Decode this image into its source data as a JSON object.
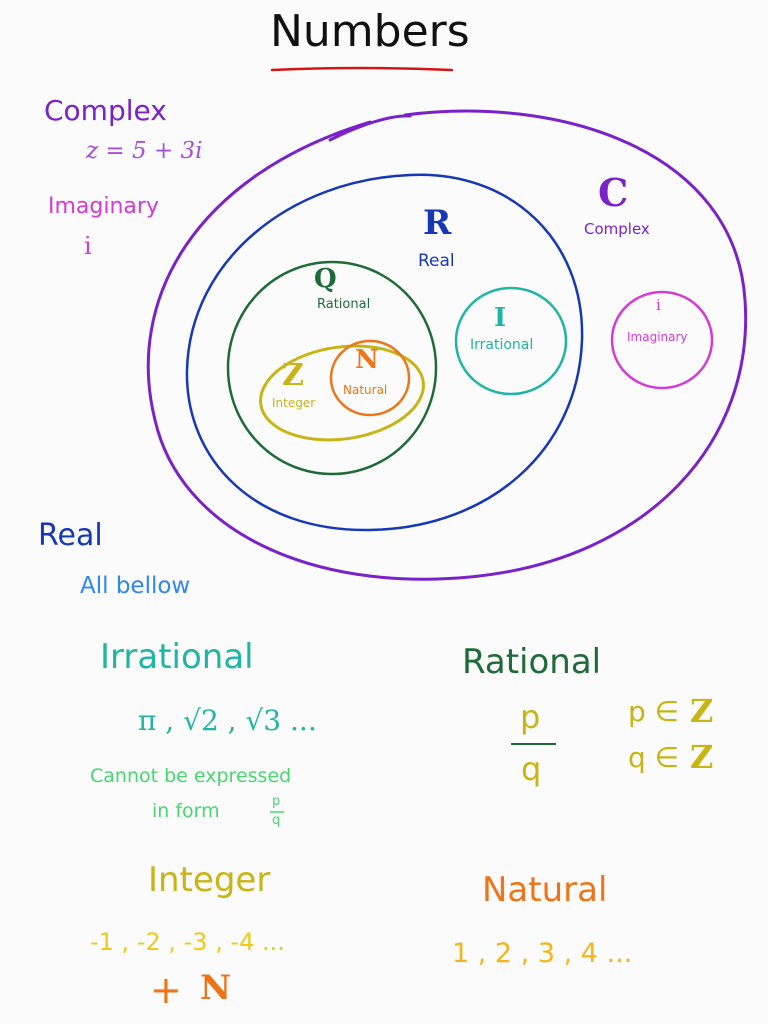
{
  "title": "Numbers",
  "colors": {
    "complex": "#7a22c8",
    "imaginary": "#d63ad4",
    "real": "#1637b6",
    "rational": "#1f6b37",
    "irrational": "#1fb5a5",
    "integer": "#c8b414",
    "natural": "#ee7418",
    "title_underline": "#d31515",
    "all_below": "#2f86ee",
    "irrational_note": "#46d86e",
    "integer_examples": "#f2c81a",
    "natural_examples": "#f4b41a"
  },
  "diagram": {
    "complex": {
      "symbol": "C",
      "label": "Complex"
    },
    "real": {
      "symbol": "R",
      "label": "Real"
    },
    "rational": {
      "symbol": "Q",
      "label": "Rational"
    },
    "irrational": {
      "symbol": "I",
      "label": "Irrational"
    },
    "imaginary": {
      "symbol": "i",
      "label": "Imaginary"
    },
    "integer": {
      "symbol": "Z",
      "label": "Integer"
    },
    "natural": {
      "symbol": "N",
      "label": "Natural"
    }
  },
  "notes": {
    "complex": {
      "heading": "Complex",
      "example": "z = 5 + 3i"
    },
    "imaginary": {
      "heading": "Imaginary",
      "example": "i"
    },
    "real": {
      "heading": "Real",
      "desc": "All bellow"
    },
    "irrational": {
      "heading": "Irrational",
      "examples": "π , √2 , √3 ...",
      "desc_line1": "Cannot be expressed",
      "desc_line2": "in form",
      "frac_num": "p",
      "frac_den": "q"
    },
    "rational": {
      "heading": "Rational",
      "frac_num": "p",
      "frac_den": "q",
      "cond1_var": "p ∈",
      "cond1_set": "Z",
      "cond2_var": "q ∈",
      "cond2_set": "Z"
    },
    "integer": {
      "heading": "Integer",
      "examples": "-1 , -2 , -3 , -4 ...",
      "plus": "+",
      "plus_set": "N"
    },
    "natural": {
      "heading": "Natural",
      "examples": "1 , 2 , 3 , 4 ..."
    }
  }
}
